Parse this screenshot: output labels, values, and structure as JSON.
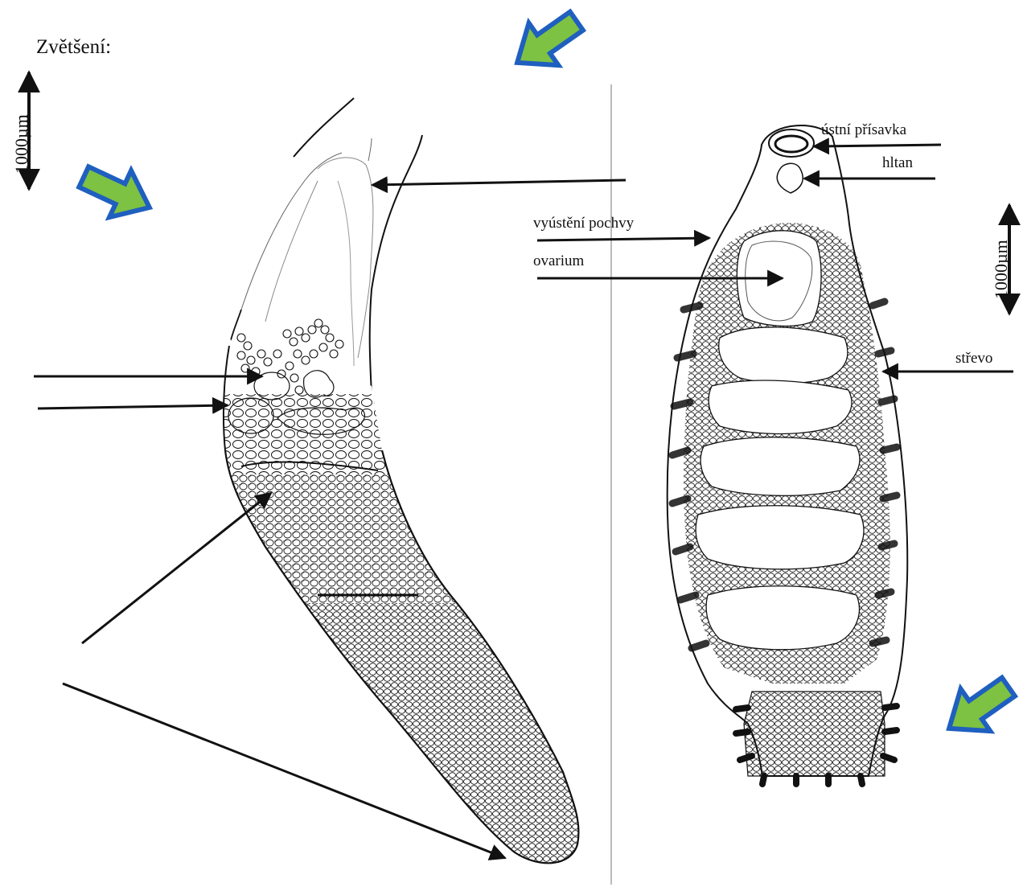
{
  "magnification_label": "Zvětšení:",
  "scale_bars": {
    "left": "1000µm",
    "right": "1000µm"
  },
  "labels": {
    "oral_sucker": "ústní přísavka",
    "pharynx": "hltan",
    "vagina_opening": "vyústění pochvy",
    "ovarium": "ovarium",
    "intestine": "střevo"
  },
  "colors": {
    "arrow_fill": "#7dc242",
    "arrow_border": "#1f5fbf",
    "ink": "#111111"
  }
}
